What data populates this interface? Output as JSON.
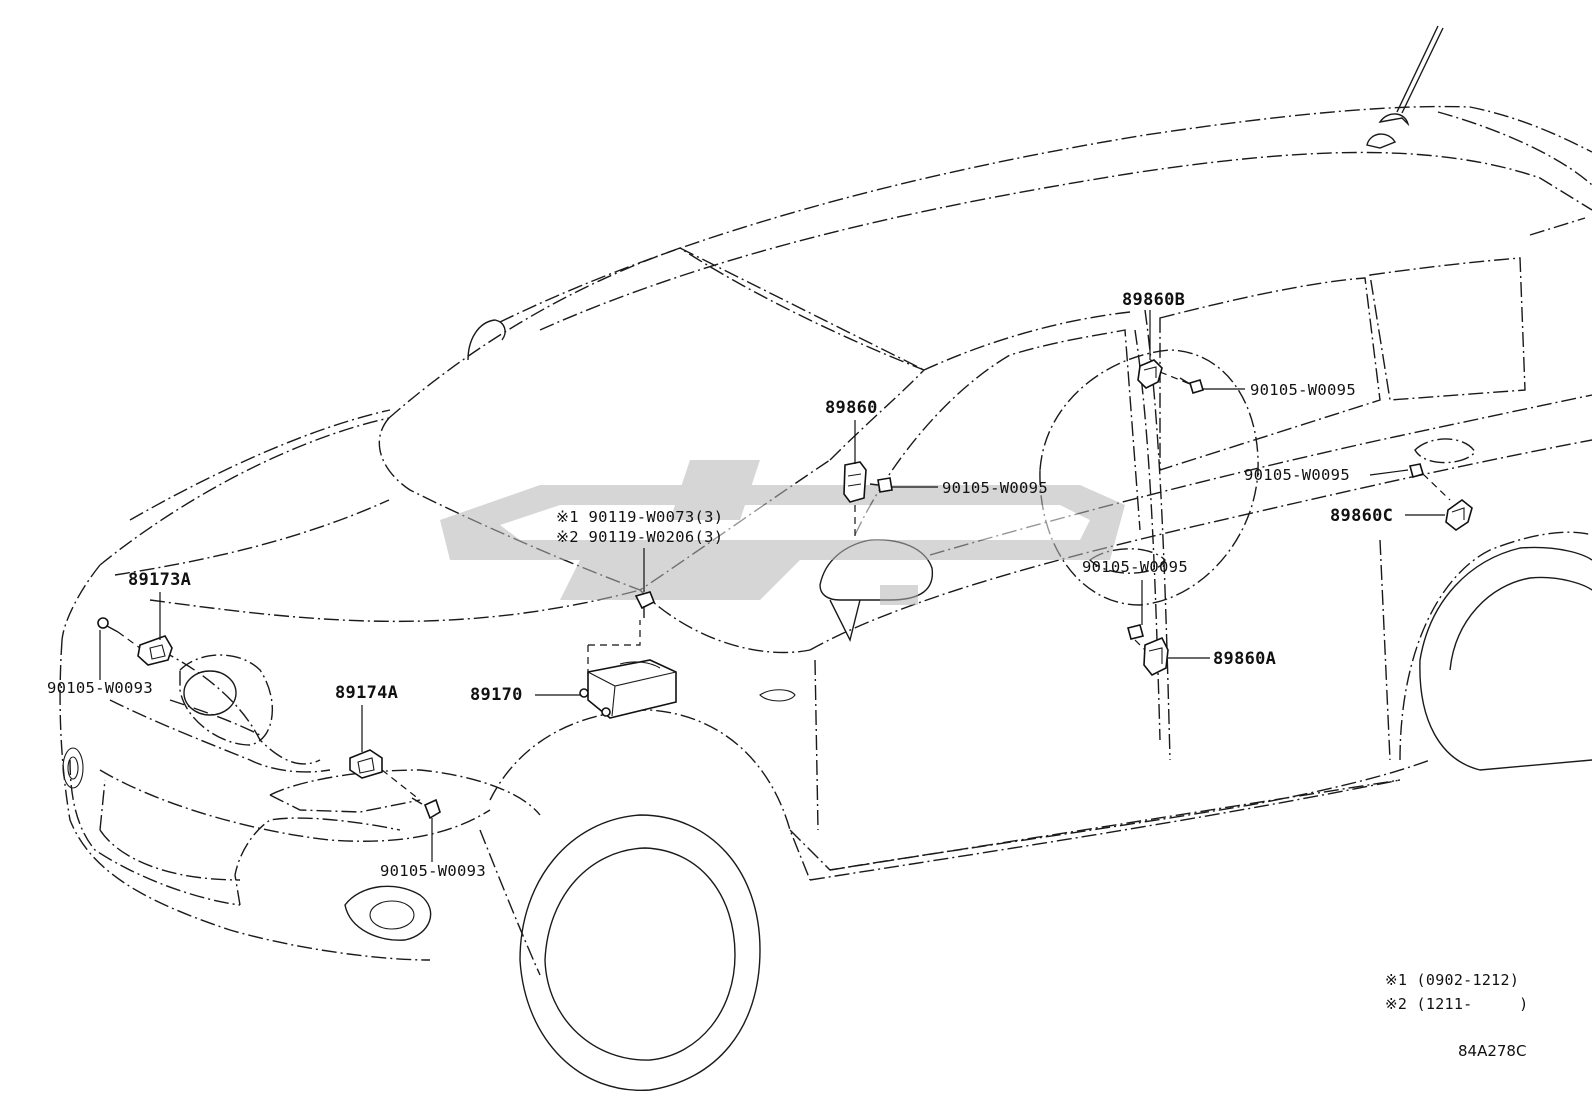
{
  "labels": {
    "p89173A": "89173A",
    "p89174A": "89174A",
    "p89170": "89170",
    "p89860": "89860",
    "p89860A": "89860A",
    "p89860B": "89860B",
    "p89860C": "89860C",
    "bolt_front_left": "90105-W0093",
    "bolt_front_center": "90105-W0093",
    "bolt_b_pillar": "90105-W0095",
    "bolt_89860B": "90105-W0095",
    "bolt_rear": "90105-W0095",
    "bolt_89860A": "90105-W0095",
    "ecu_bolt_note1": "※1 90119-W0073(3)",
    "ecu_bolt_note2": "※2 90119-W0206(3)"
  },
  "notes": {
    "note1": "※1 (0902-1212)",
    "note2": "※2 (1211-     )"
  },
  "watermark": "عوض",
  "diagram_code": "84A278C",
  "colors": {
    "line": "#1a1a1a",
    "watermark": "#cccccc"
  }
}
